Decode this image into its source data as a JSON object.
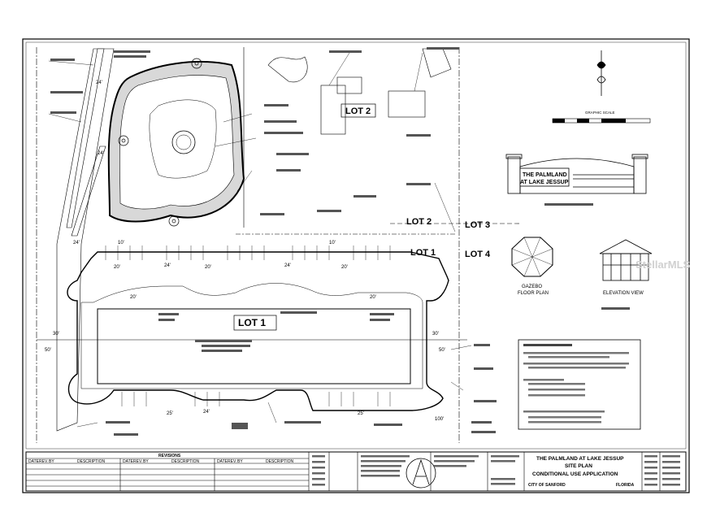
{
  "lots": {
    "lot1_main": "LOT 1",
    "lot1_label": "LOT 1",
    "lot2_top": "LOT 2",
    "lot2_label": "LOT 2",
    "lot3": "LOT 3",
    "lot4": "LOT 4"
  },
  "details": {
    "graphic_scale": "GRAPHIC SCALE",
    "sign_line1": "THE PALMLAND",
    "sign_line2": "AT LAKE JESSUP",
    "gazebo": "GAZEBO",
    "floor_plan": "FLOOR PLAN",
    "elevation_view": "ELEVATION VIEW"
  },
  "dimensions": {
    "d_10": "10'",
    "d_20": "20'",
    "d_24": "24'",
    "d_25": "25'",
    "d_30": "30'",
    "d_50": "50'",
    "d_100": "100'"
  },
  "title_block": {
    "project_line1": "THE PALMLAND AT LAKE JESSUP",
    "project_line2": "SITE PLAN",
    "project_line3": "CONDITIONAL USE APPLICATION",
    "city": "CITY OF SANFORD",
    "state": "FLORIDA",
    "revisions_header": "REVISIONS",
    "col_date": "DATE",
    "col_rev": "REV.",
    "col_by": "BY",
    "col_description": "DESCRIPTION"
  },
  "watermark": "StellarMLS",
  "colors": {
    "ink": "#000000",
    "paper": "#ffffff",
    "watermark": "#d0d0d0"
  }
}
